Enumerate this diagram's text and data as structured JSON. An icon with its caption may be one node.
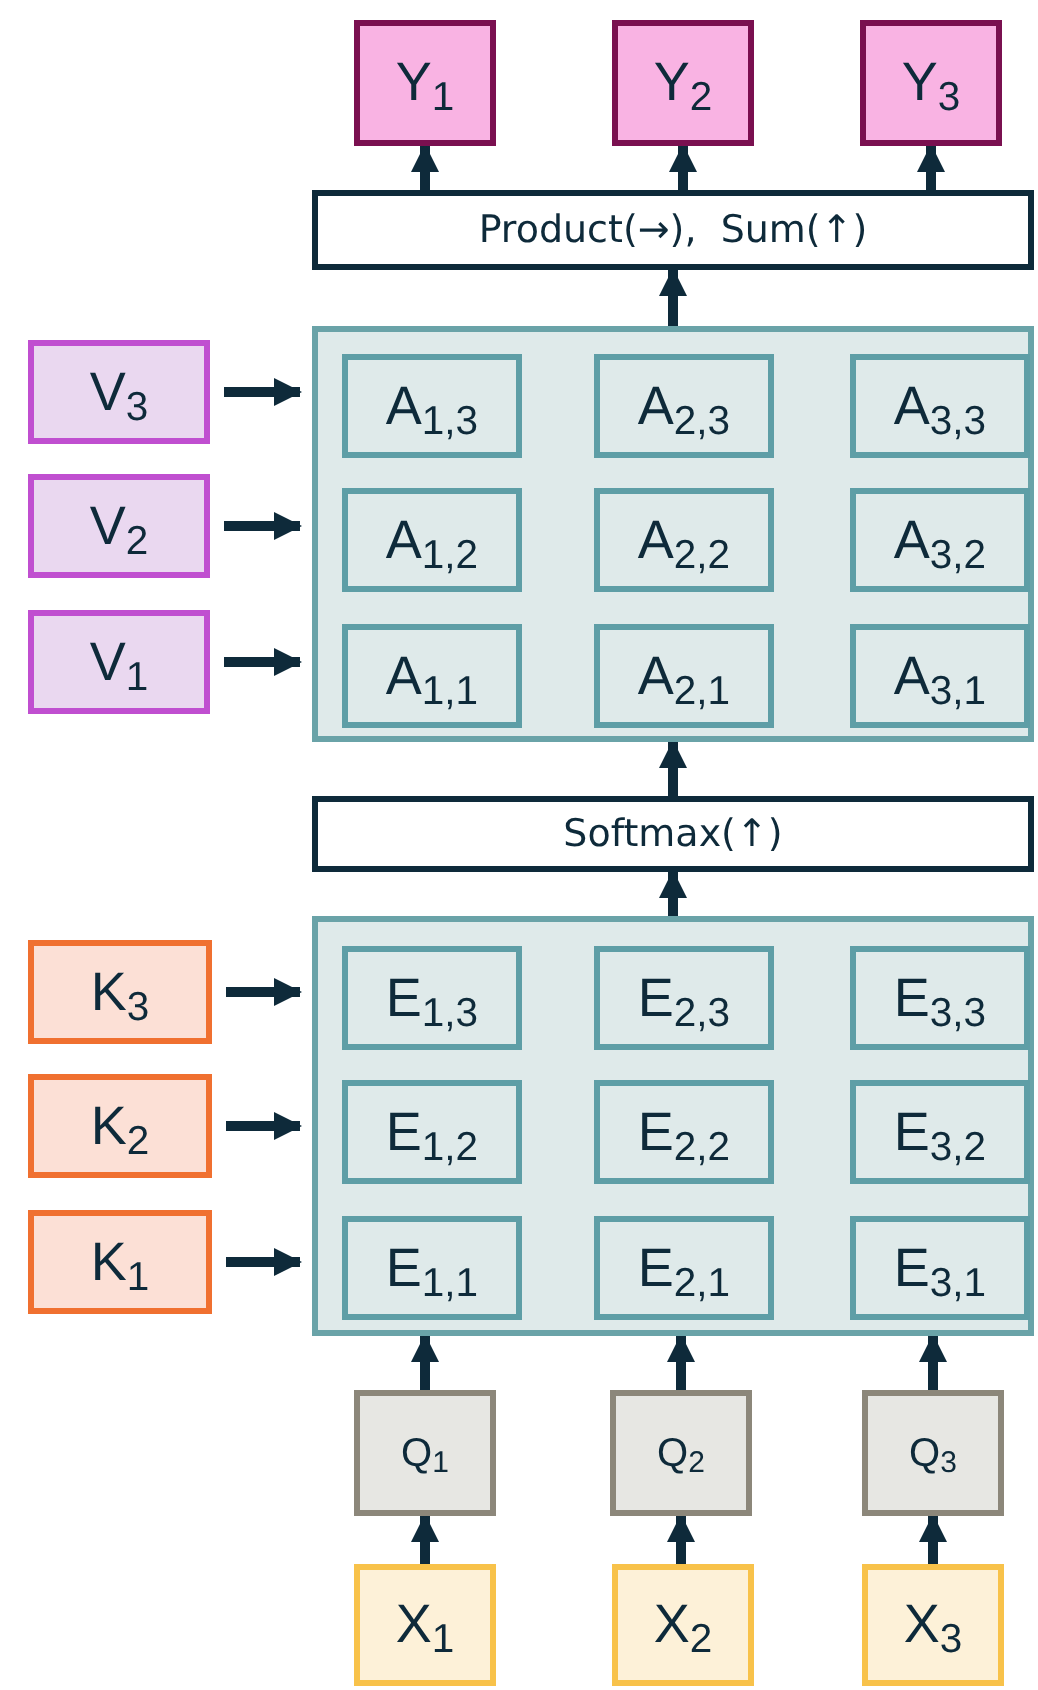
{
  "diagram": {
    "nodes": [
      {
        "text": [
          "Y$_{1}$"
        ]
      },
      {
        "text": [
          "Y$_{2}$"
        ]
      },
      {
        "text": [
          "Y$_{3}$"
        ]
      },
      {
        "text": [
          "Product(→),  Sum(↑)"
        ]
      },
      {
        "text": [],
        "shape": "box"
      },
      {
        "text": [
          "V$_{3}$"
        ]
      },
      {
        "text": [
          "A$_{1,3}$"
        ],
        "in": 4
      },
      {
        "text": [
          "A$_{2,3}$"
        ],
        "in": 4
      },
      {
        "text": [
          "A$_{3,3}$"
        ],
        "in": 4
      },
      {
        "text": [
          "V$_{2}$"
        ]
      },
      {
        "text": [
          "A$_{1,2}$"
        ],
        "in": 4
      },
      {
        "text": [
          "A$_{2,2}$"
        ],
        "in": 4
      },
      {
        "text": [
          "A$_{3,2}$"
        ],
        "in": 4
      },
      {
        "text": [
          "V$_{1}$"
        ]
      },
      {
        "text": [
          "A$_{1,1}$"
        ],
        "in": 4
      },
      {
        "text": [
          "A$_{2,1}$"
        ],
        "in": 4
      },
      {
        "text": [
          "A$_{3,1}$"
        ],
        "in": 4
      },
      {
        "text": [
          "Softmax(↑)"
        ]
      },
      {
        "text": [],
        "shape": "box"
      },
      {
        "text": [
          "K$_{3}$"
        ]
      },
      {
        "text": [
          "E$_{1,3}$"
        ],
        "in": 18
      },
      {
        "text": [
          "E$_{2,3}$"
        ],
        "in": 18
      },
      {
        "text": [
          "E$_{3,3}$"
        ],
        "in": 18
      },
      {
        "text": [
          "K$_{2}$"
        ]
      },
      {
        "text": [
          "E$_{1,2}$"
        ],
        "in": 18
      },
      {
        "text": [
          "E$_{2,2}$"
        ],
        "in": 18
      },
      {
        "text": [
          "E$_{3,2}$"
        ],
        "in": 18
      },
      {
        "text": [
          "K$_{1}$"
        ]
      },
      {
        "text": [
          "E$_{1,1}$"
        ],
        "in": 18
      },
      {
        "text": [
          "E$_{2,1}$"
        ],
        "in": 18
      },
      {
        "text": [
          "E$_{3,1}$"
        ],
        "in": 18
      },
      {
        "text": [
          "Q$_{1}$"
        ]
      },
      {
        "text": [
          "Q$_{2}$"
        ]
      },
      {
        "text": [
          "Q$_{3}$"
        ]
      },
      {
        "text": [
          "X$_{1}$"
        ]
      },
      {
        "text": [
          "X$_{2}$"
        ]
      },
      {
        "text": [
          "X$_{3}$"
        ]
      }
    ],
    "edges": [
      {
        "from": 34,
        "to": 31,
        "arrow": "to"
      },
      {
        "from": 35,
        "to": 32,
        "arrow": "to"
      },
      {
        "from": 36,
        "to": 33,
        "arrow": "to"
      },
      {
        "from": 31,
        "to": 18,
        "arrow": "to"
      },
      {
        "from": 32,
        "to": 18,
        "arrow": "to"
      },
      {
        "from": 33,
        "to": 18,
        "arrow": "to"
      },
      {
        "from": 19,
        "to": 18,
        "arrow": "to"
      },
      {
        "from": 23,
        "to": 18,
        "arrow": "to"
      },
      {
        "from": 27,
        "to": 18,
        "arrow": "to"
      },
      {
        "from": 18,
        "to": 17,
        "arrow": "to"
      },
      {
        "from": 17,
        "to": 4,
        "arrow": "to"
      },
      {
        "from": 5,
        "to": 4,
        "arrow": "to"
      },
      {
        "from": 9,
        "to": 4,
        "arrow": "to"
      },
      {
        "from": 13,
        "to": 4,
        "arrow": "to"
      },
      {
        "from": 4,
        "to": 3,
        "arrow": "to"
      },
      {
        "from": 3,
        "to": 0,
        "arrow": "to"
      },
      {
        "from": 3,
        "to": 1,
        "arrow": "to"
      },
      {
        "from": 3,
        "to": 2,
        "arrow": "to"
      }
    ]
  }
}
